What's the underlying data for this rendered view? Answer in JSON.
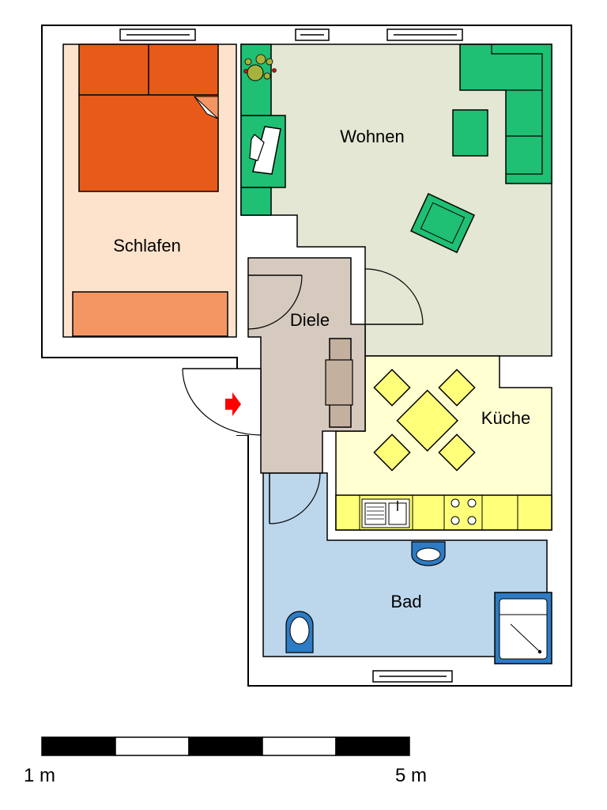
{
  "rooms": {
    "schlafen": "Schlafen",
    "wohnen": "Wohnen",
    "diele": "Diele",
    "kueche": "Küche",
    "bad": "Bad"
  },
  "scale_bar": {
    "left_label": "1 m",
    "right_label": "5 m"
  },
  "colors": {
    "schlafen_floor": "#fde3cc",
    "wohnen_floor": "#e3e7d3",
    "diele_floor": "#d6cabf",
    "kueche_floor": "#ffffd2",
    "bad_floor": "#bcd6ec",
    "bed": "#e85a1a",
    "dresser": "#f39664",
    "furniture_green": "#1fbf74",
    "kitchen_yellow": "#ffff7a",
    "entry_arrow": "#ff0000"
  },
  "icons": [
    "entrance-arrow-icon",
    "plant-icon",
    "sink-icon",
    "stove-icon",
    "toilet-icon",
    "washbasin-icon",
    "shower-icon"
  ]
}
